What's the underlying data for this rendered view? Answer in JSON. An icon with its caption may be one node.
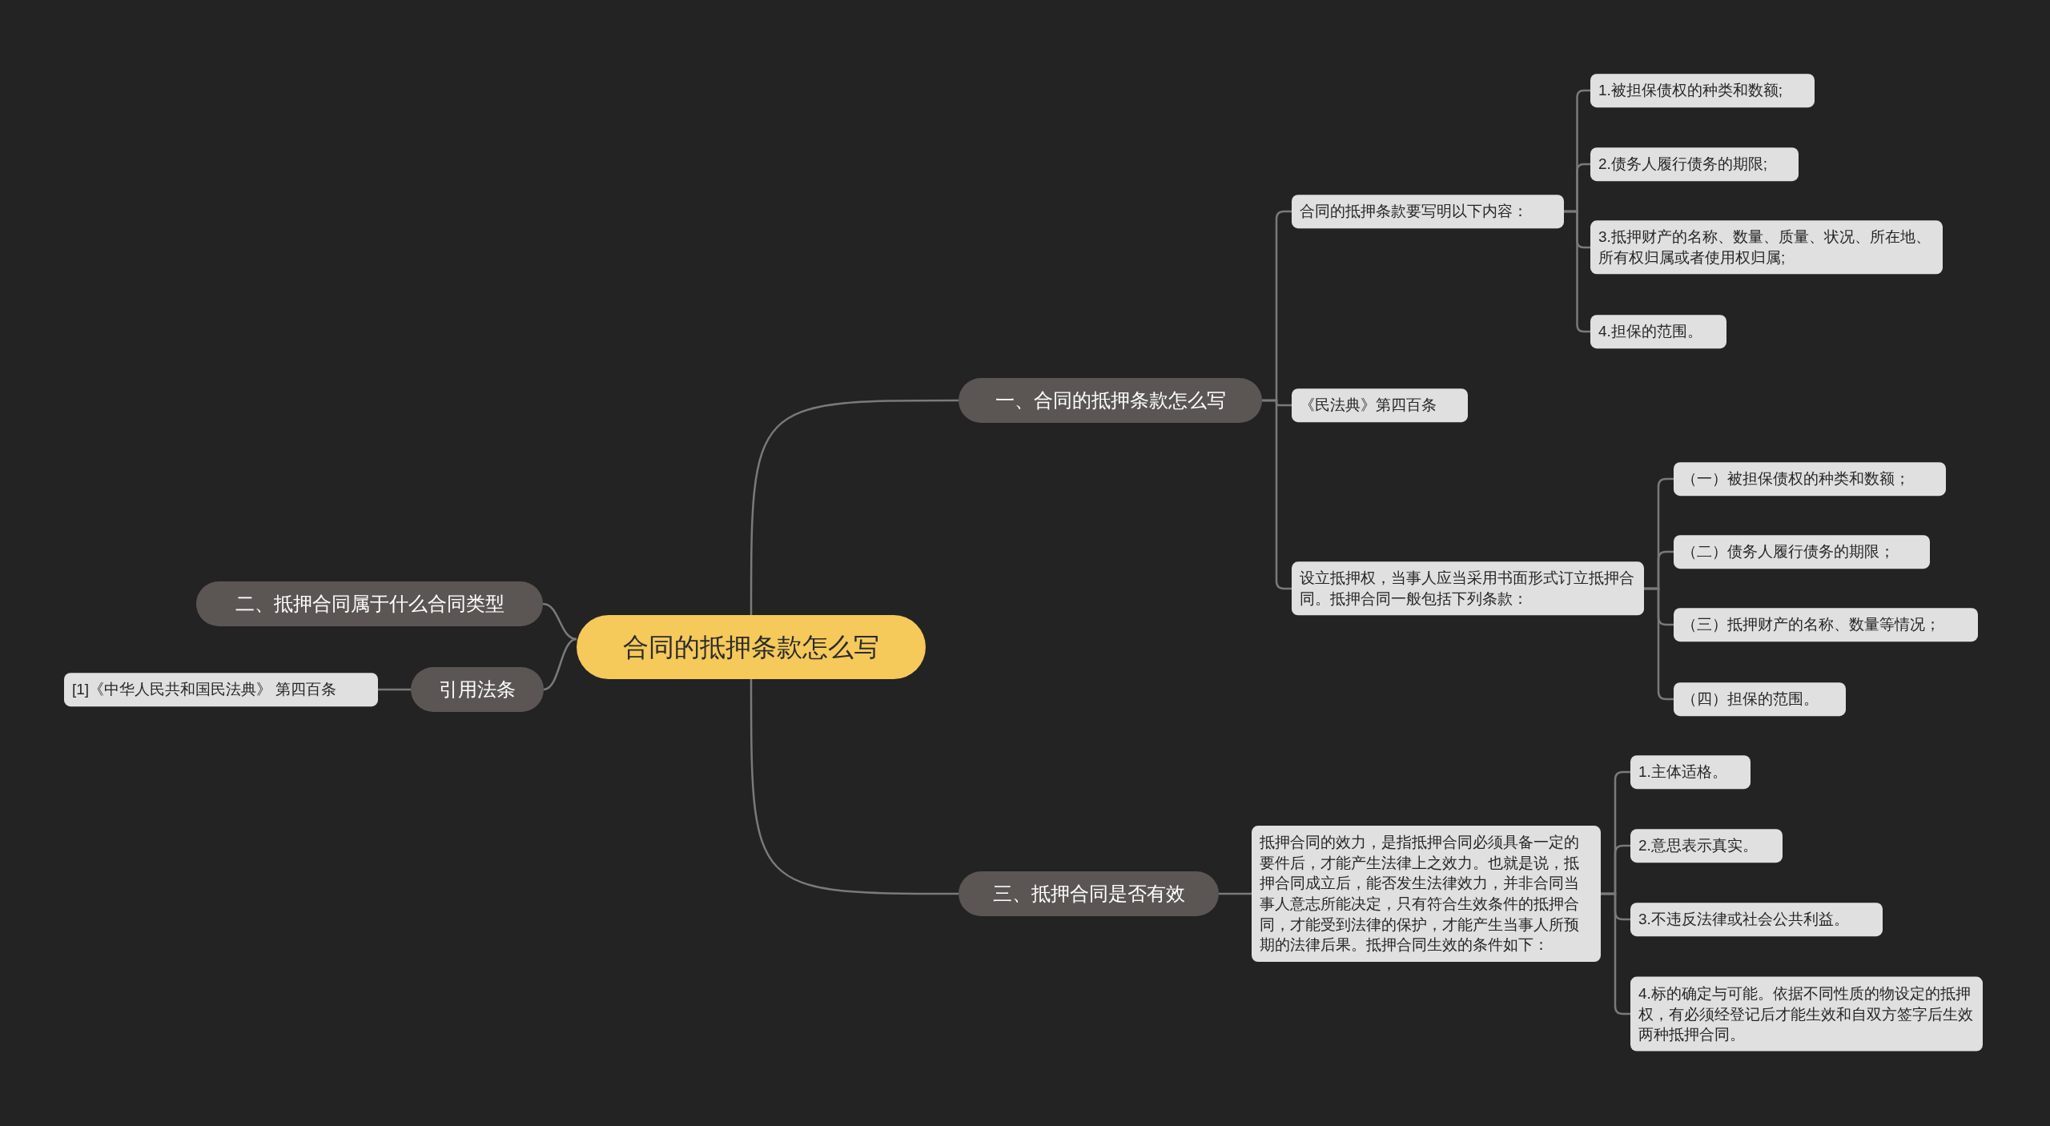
{
  "diagram": {
    "nodes": [
      {
        "text": [
          "合同的抵押条款怎么写"
        ]
      },
      {
        "text": [
          "一、合同的抵押条款怎么写"
        ]
      },
      {
        "text": [
          "合同的抵押条款要写明以下内容："
        ]
      },
      {
        "text": [
          "1.被担保债权的种类和数额;"
        ]
      },
      {
        "text": [
          "2.债务人履行债务的期限;"
        ]
      },
      {
        "text": [
          "3.抵押财产的名称、数量、质量、状况、所在地、所有权归属或者使用权归属;"
        ]
      },
      {
        "text": [
          "4.担保的范围。"
        ]
      },
      {
        "text": [
          "《民法典》第四百条"
        ]
      },
      {
        "text": [
          "设立抵押权，当事人应当采用书面形式订立抵押合同。抵押合同一般包括下列条款："
        ]
      },
      {
        "text": [
          "（一）被担保债权的种类和数额；"
        ]
      },
      {
        "text": [
          "（二）债务人履行债务的期限；"
        ]
      },
      {
        "text": [
          "（三）抵押财产的名称、数量等情况；"
        ]
      },
      {
        "text": [
          "（四）担保的范围。"
        ]
      },
      {
        "text": [
          "三、抵押合同是否有效"
        ]
      },
      {
        "text": [
          "抵押合同的效力，是指抵押合同必须具备一定的要件后，才能产生法律上之效力。也就是说，抵押合同成立后，能否发生法律效力，并非合同当事人意志所能决定，只有符合生效条件的抵押合同，才能受到法律的保护，才能产生当事人所预期的法律后果。抵押合同生效的条件如下："
        ]
      },
      {
        "text": [
          "1.主体适格。"
        ]
      },
      {
        "text": [
          "2.意思表示真实。"
        ]
      },
      {
        "text": [
          "3.不违反法律或社会公共利益。"
        ]
      },
      {
        "text": [
          "4.标的确定与可能。依据不同性质的物设定的抵押权，有必须经登记后才能生效和自双方签字后生效两种抵押合同。"
        ]
      },
      {
        "text": [
          "二、抵押合同属于什么合同类型"
        ]
      },
      {
        "text": [
          "引用法条"
        ]
      },
      {
        "text": [
          "[1]《中华人民共和国民法典》 第四百条"
        ]
      }
    ],
    "edges": [
      {
        "from": 0,
        "to": 1,
        "arrow": "none"
      },
      {
        "from": 1,
        "to": 2,
        "arrow": "none"
      },
      {
        "from": 2,
        "to": 3,
        "arrow": "none"
      },
      {
        "from": 2,
        "to": 4,
        "arrow": "none"
      },
      {
        "from": 2,
        "to": 5,
        "arrow": "none"
      },
      {
        "from": 2,
        "to": 6,
        "arrow": "none"
      },
      {
        "from": 1,
        "to": 7,
        "arrow": "none"
      },
      {
        "from": 1,
        "to": 8,
        "arrow": "none"
      },
      {
        "from": 8,
        "to": 9,
        "arrow": "none"
      },
      {
        "from": 8,
        "to": 10,
        "arrow": "none"
      },
      {
        "from": 8,
        "to": 11,
        "arrow": "none"
      },
      {
        "from": 8,
        "to": 12,
        "arrow": "none"
      },
      {
        "from": 0,
        "to": 13,
        "arrow": "none"
      },
      {
        "from": 13,
        "to": 14,
        "arrow": "none"
      },
      {
        "from": 14,
        "to": 15,
        "arrow": "none"
      },
      {
        "from": 14,
        "to": 16,
        "arrow": "none"
      },
      {
        "from": 14,
        "to": 17,
        "arrow": "none"
      },
      {
        "from": 14,
        "to": 18,
        "arrow": "none"
      },
      {
        "from": 0,
        "to": 19,
        "arrow": "none"
      },
      {
        "from": 0,
        "to": 20,
        "arrow": "none"
      },
      {
        "from": 20,
        "to": 21,
        "arrow": "none"
      }
    ]
  }
}
